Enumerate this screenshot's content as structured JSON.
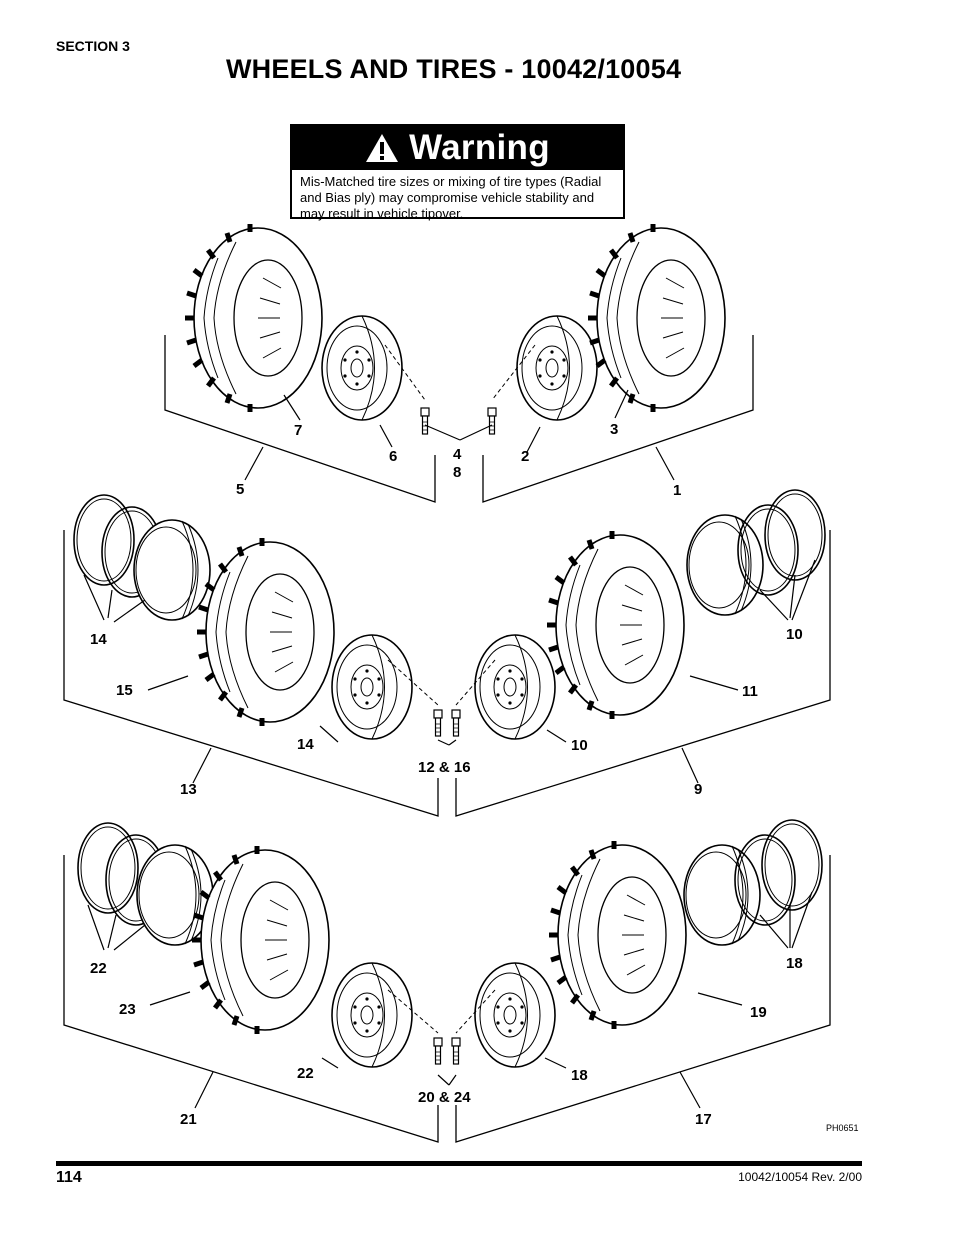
{
  "header": {
    "section": "SECTION 3",
    "title": "WHEELS AND TIRES - 10042/10054"
  },
  "warning": {
    "title": "Warning",
    "text": "Mis-Matched tire sizes or mixing of tire types (Radial and Bias ply) may compromise vehicle stability and may result in vehicle tipover."
  },
  "callouts": {
    "g1": [
      "7",
      "6",
      "4",
      "8",
      "2",
      "3",
      "5",
      "1"
    ],
    "g2": [
      "14",
      "10",
      "15",
      "11",
      "14",
      "10",
      "12 & 16",
      "13",
      "9"
    ],
    "g3": [
      "22",
      "18",
      "23",
      "19",
      "22",
      "18",
      "20 & 24",
      "21",
      "17"
    ]
  },
  "figure_id": "PH0651",
  "footer": {
    "page_number": "114",
    "doc_rev": "10042/10054 Rev. 2/00"
  }
}
